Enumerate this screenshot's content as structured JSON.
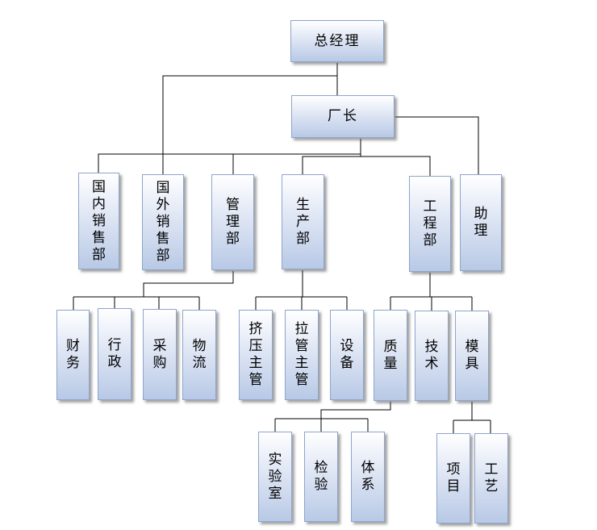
{
  "org_chart": {
    "nodes": {
      "ceo": "总经理",
      "factory_director": "厂长",
      "domestic_sales": "国内销售部",
      "foreign_sales": "国外销售部",
      "management": "管理部",
      "production": "生产部",
      "engineering": "工程部",
      "assistant": "助理",
      "finance": "财务",
      "administration": "行政",
      "purchasing": "采购",
      "logistics": "物流",
      "extrusion_supervisor": "挤压主管",
      "drawing_supervisor": "拉管主管",
      "equipment": "设备",
      "quality": "质量",
      "technology": "技术",
      "mold": "模具",
      "laboratory": "实验室",
      "inspection": "检验",
      "system": "体系",
      "project": "项目",
      "process": "工艺"
    }
  }
}
